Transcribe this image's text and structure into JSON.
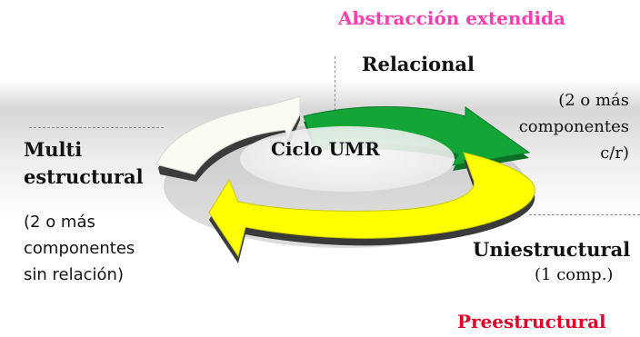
{
  "diagram": {
    "title_top": "Abstracción extendida",
    "title_bottom": "Preestructural",
    "center_label": "Ciclo UMR",
    "relacional": {
      "label": "Relacional",
      "desc_lines": [
        "(2 o más",
        "componentes",
        "c/r)"
      ]
    },
    "multiestructural": {
      "label_lines": [
        "Multi",
        "estructural"
      ],
      "desc_lines": [
        "(2 o más",
        "componentes",
        "sin relación)"
      ]
    },
    "uniestructural": {
      "label": "Uniestructural",
      "desc": "(1 comp.)"
    },
    "colors": {
      "title_top": "#ff3fae",
      "title_bottom": "#e2002a",
      "arrow_green": "#13a538",
      "arrow_yellow": "#ffff00",
      "arrow_white": "#fbfbf4"
    }
  }
}
